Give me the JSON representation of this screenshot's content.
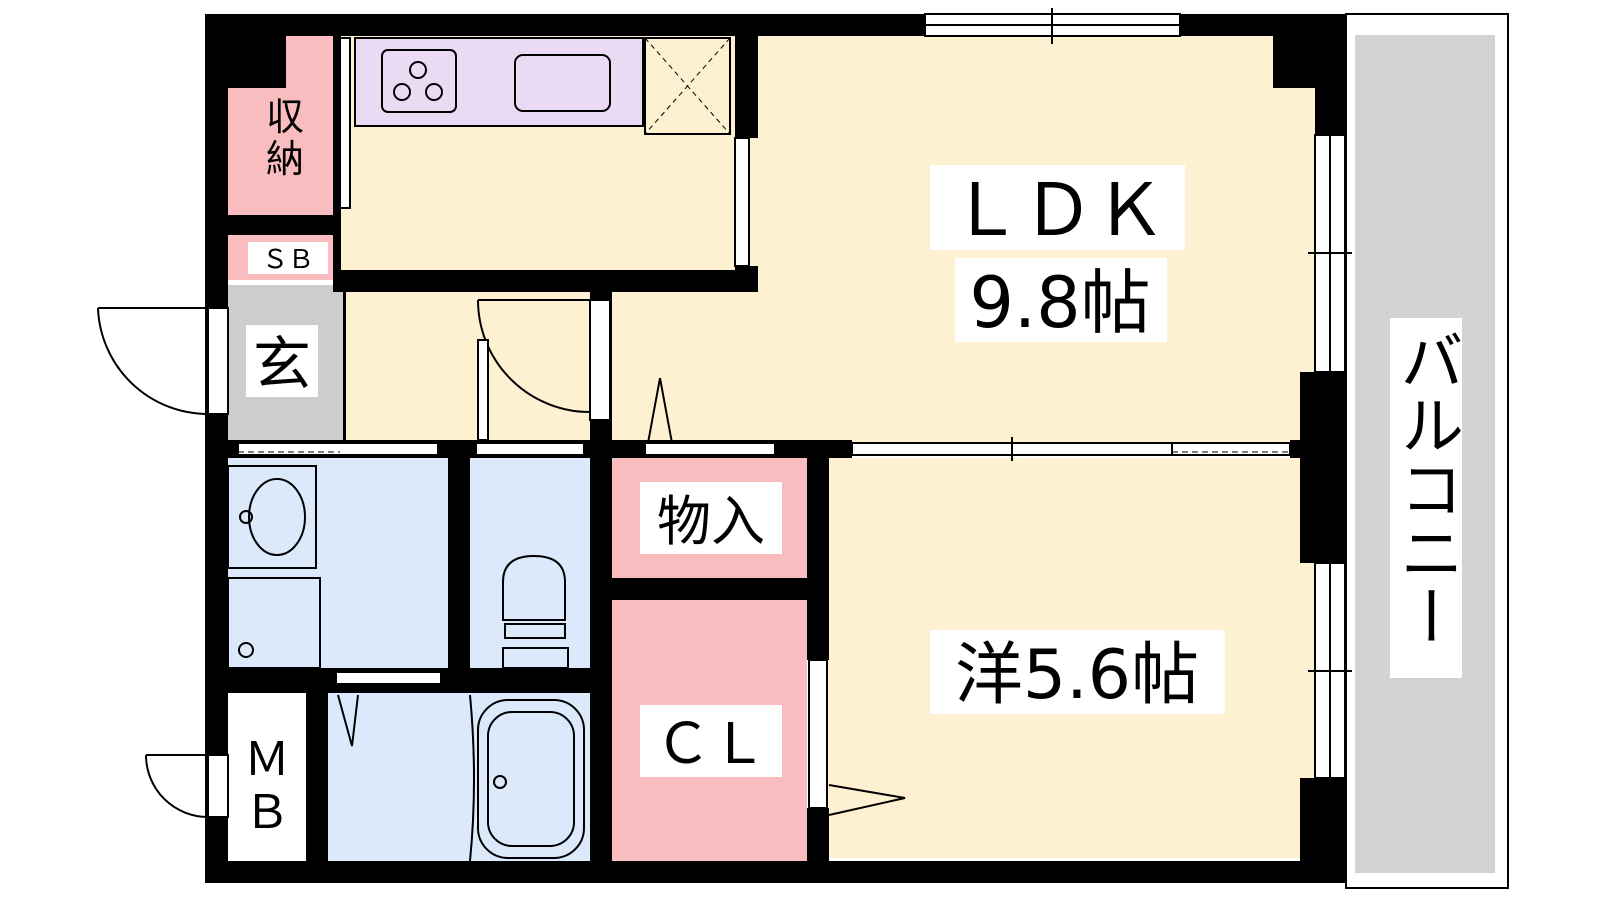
{
  "rooms": {
    "ldk_label": "ＬＤＫ",
    "ldk_size": "9.8帖",
    "western_label": "洋5.6帖",
    "closet_label": "ＣＬ",
    "storage_label": "物入",
    "shuno_line1": "収",
    "shuno_line2": "納",
    "shoebox_label": "ＳＢ",
    "entrance_label": "玄",
    "meter_box_line1": "Ｍ",
    "meter_box_line2": "Ｂ",
    "balcony_label": "バルコニー"
  },
  "colors": {
    "wall": "#000000",
    "living_floor": "#fdf1d2",
    "wet_area": "#dbe9fb",
    "storage": "#f9bdc0",
    "entrance": "#cdcdcd",
    "balcony": "#d3d3d3",
    "kitchen_counter": "#ebdaf4"
  }
}
